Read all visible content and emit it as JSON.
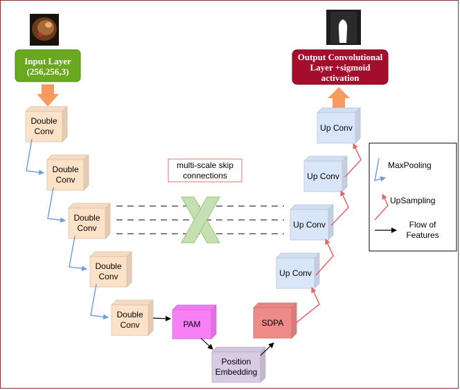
{
  "input_layer": {
    "line1": "Input Layer",
    "line2": "(256,256,3)"
  },
  "output_layer": {
    "line1": "Output Convolutional",
    "line2": "Layer +sigmoid",
    "line3": "activation"
  },
  "encoder": [
    {
      "line1": "Double",
      "line2": "Conv"
    },
    {
      "line1": "Double",
      "line2": "Conv"
    },
    {
      "line1": "Double",
      "line2": "Conv"
    },
    {
      "line1": "Double",
      "line2": "Conv"
    },
    {
      "line1": "Double",
      "line2": "Conv"
    }
  ],
  "decoder": [
    {
      "label": "Up Conv"
    },
    {
      "label": "Up Conv"
    },
    {
      "label": "Up Conv"
    },
    {
      "label": "Up Conv"
    }
  ],
  "pam": {
    "label": "PAM"
  },
  "sdpa": {
    "label": "SDPA"
  },
  "position_embedding": {
    "line1": "Position",
    "line2": "Embedding"
  },
  "skip": {
    "line1": "multi-scale skip",
    "line2": "connections"
  },
  "legend": {
    "maxpooling": "MaxPooling",
    "upsampling": "UpSampling",
    "flow_line1": "Flow of",
    "flow_line2": "Features"
  },
  "colors": {
    "input": "#6aa820",
    "output": "#a50d2c",
    "encoder": "#fde2c7",
    "decoder": "#d9e6fa",
    "pam": "#f77ff7",
    "sdpa": "#ee8a87",
    "position_embedding": "#d8cce4",
    "maxpool_arrow": "#6f9fe0",
    "upsample_arrow": "#e5636b",
    "skip_x": "#c6e0b4"
  }
}
